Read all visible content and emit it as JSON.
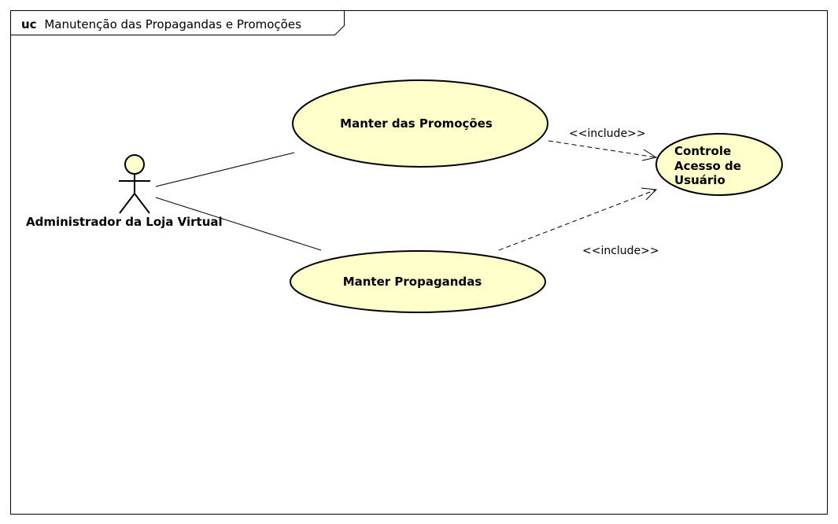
{
  "frame": {
    "keyword": "uc",
    "title": "Manutenção das Propagandas e Promoções"
  },
  "actor": {
    "name": "Administrador da Loja Virtual"
  },
  "use_cases": {
    "promocoes": "Manter das Promoções",
    "propagandas": "Manter Propagandas",
    "controle": [
      "Controle",
      "Acesso de",
      "Usuário"
    ]
  },
  "relations": {
    "include_1": "<<include>>",
    "include_2": "<<include>>"
  },
  "colors": {
    "usecase_fill": "#FFFFCC",
    "actor_head_fill": "#FFFFCC",
    "stroke": "#000000",
    "background": "#FFFFFF"
  }
}
